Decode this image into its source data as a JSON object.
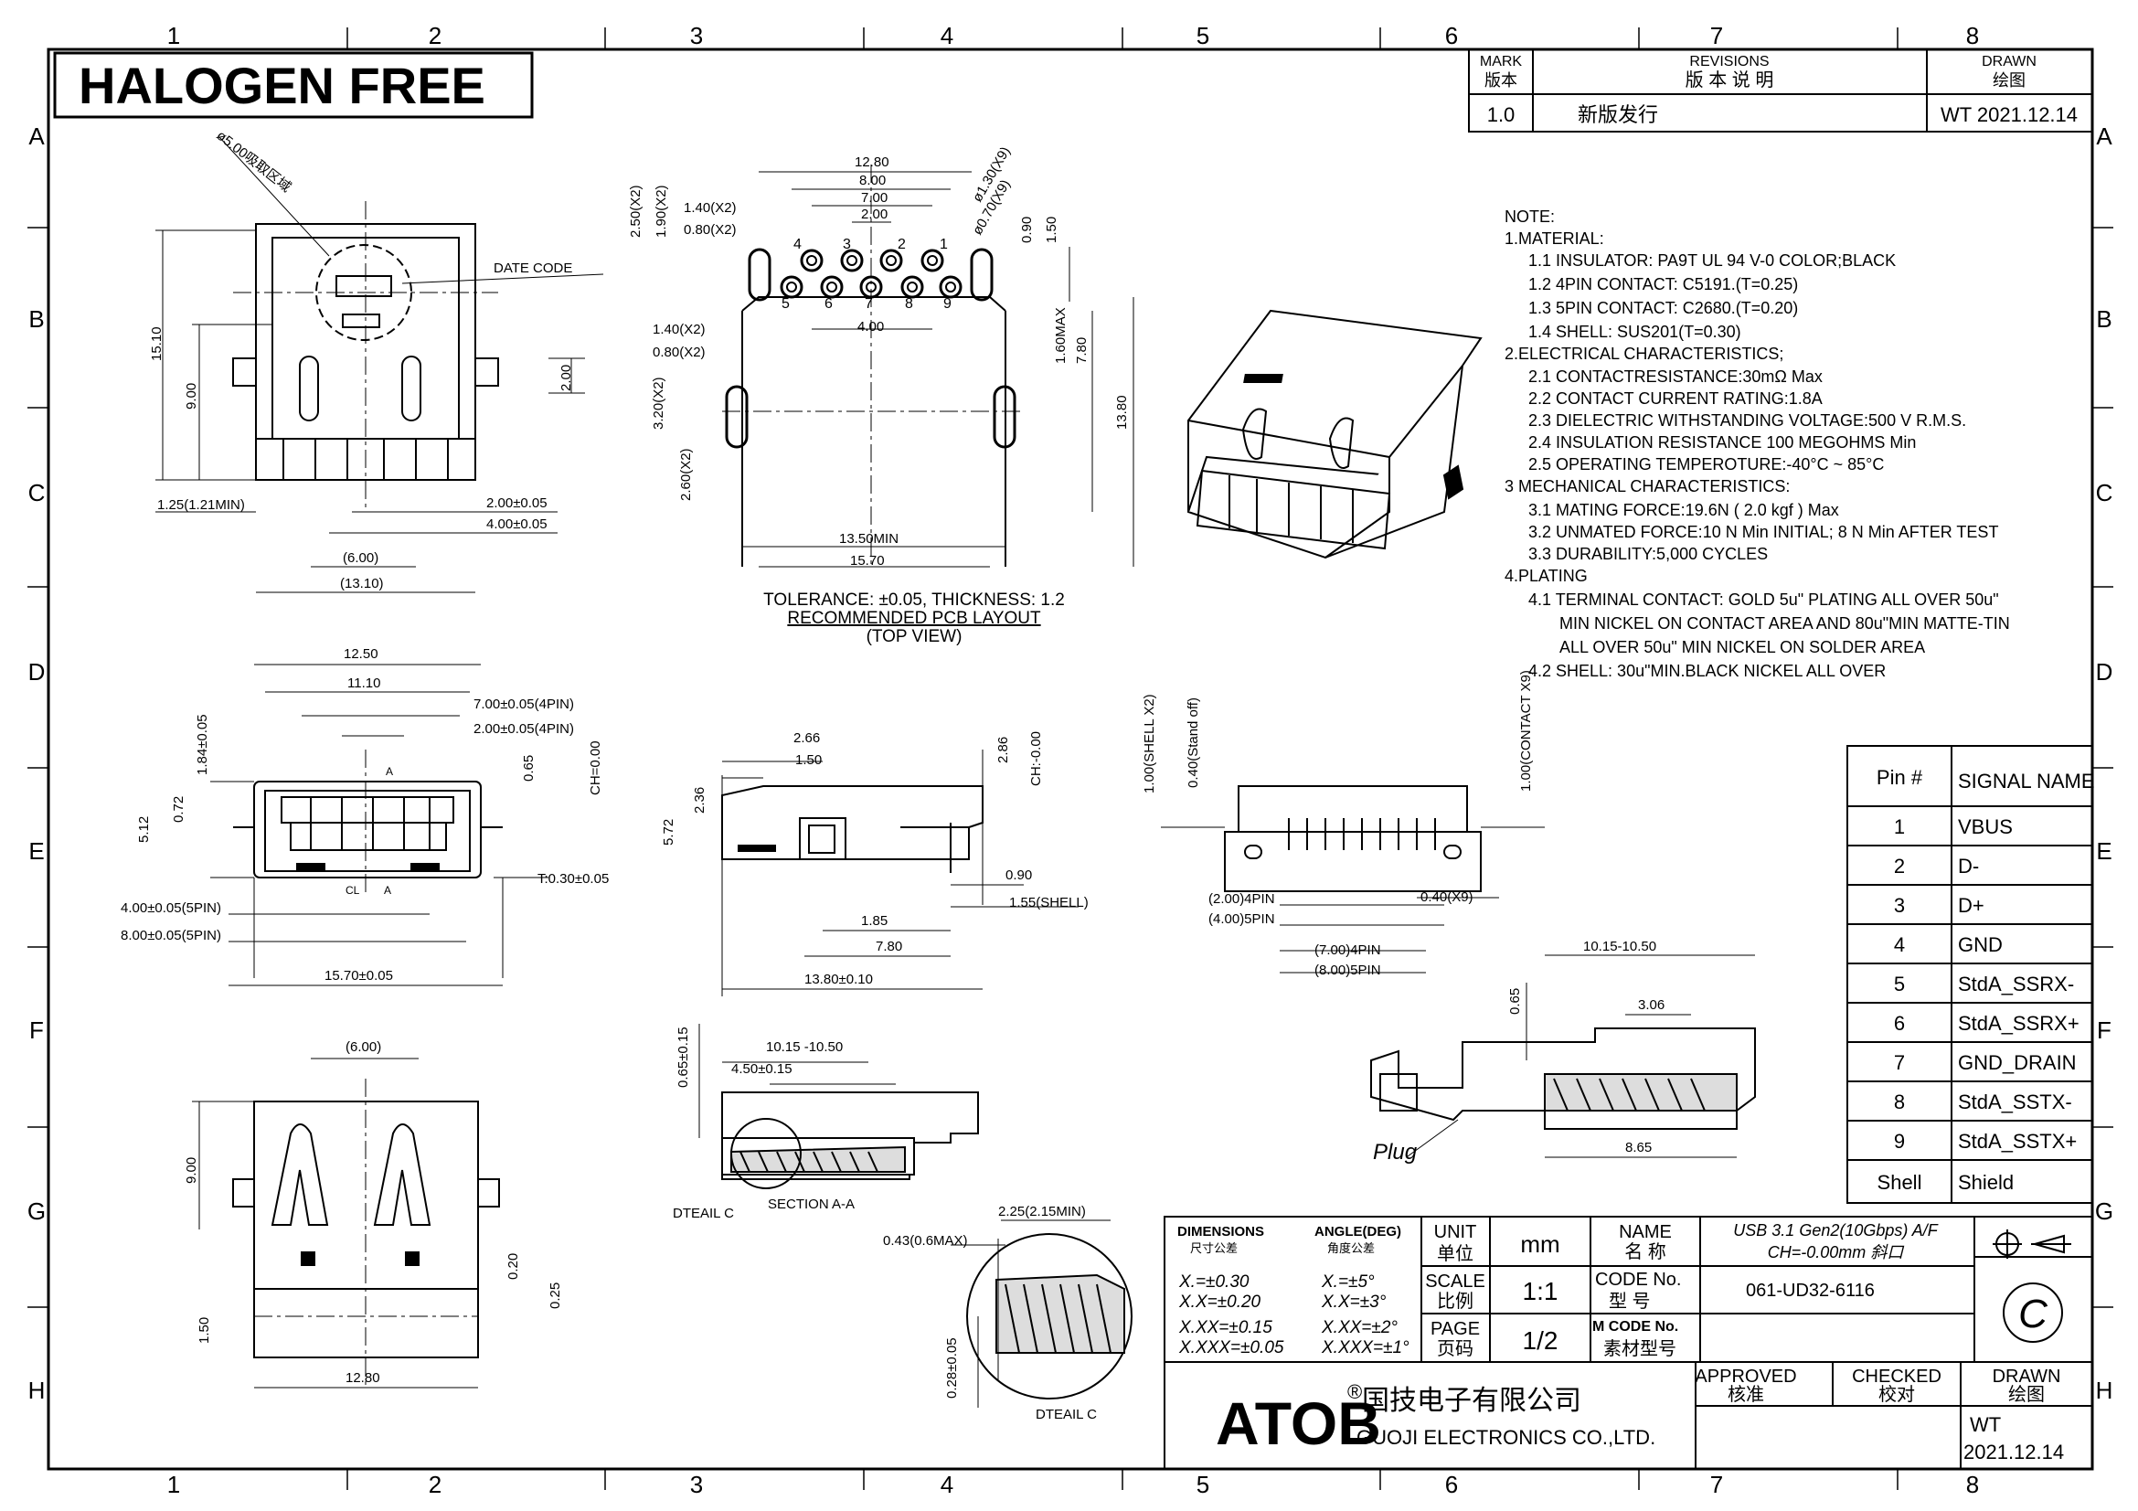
{
  "banner": "HALOGEN FREE",
  "grid": {
    "cols": [
      "1",
      "2",
      "3",
      "4",
      "5",
      "6",
      "7",
      "8"
    ],
    "rows": [
      "A",
      "B",
      "C",
      "D",
      "E",
      "F",
      "G",
      "H"
    ]
  },
  "revisions": {
    "mark_label": "MARK",
    "mark_label_cn": "版本",
    "revisions_label": "REVISIONS",
    "revisions_label_cn": "版 本 说 明",
    "drawn_label": "DRAWN",
    "drawn_label_cn": "绘图",
    "mark": "1.0",
    "description": "新版发行",
    "drawn": "WT  2021.12.14"
  },
  "notes": [
    "NOTE:",
    "1.MATERIAL:",
    "1.1  INSULATOR:  PA9T  UL  94  V-0  COLOR;BLACK",
    "1.2  4PIN  CONTACT:  C5191.(T=0.25)",
    "1.3  5PIN  CONTACT:  C2680.(T=0.20)",
    "1.4  SHELL:  SUS201(T=0.30)",
    "2.ELECTRICAL  CHARACTERISTICS;",
    "2.1  CONTACTRESISTANCE:30mΩ  Max",
    "2.2  CONTACT  CURRENT  RATING:1.8A",
    "2.3  DIELECTRIC  WITHSTANDING  VOLTAGE:500  V  R.M.S.",
    "2.4  INSULATION  RESISTANCE  100  MEGOHMS  Min",
    "2.5  OPERATING  TEMPEROTURE:-40°C  ~  85°C",
    "3  MECHANICAL  CHARACTERISTICS:",
    "3.1  MATING  FORCE:19.6N  ( 2.0  kgf )  Max",
    "3.2  UNMATED  FORCE:10  N  Min  INITIAL;  8  N  Min  AFTER  TEST",
    "3.3  DURABILITY:5,000  CYCLES",
    "4.PLATING",
    "4.1  TERMINAL  CONTACT:  GOLD  5u\"   PLATING  ALL  OVER  50u\"",
    "MIN  NICKEL  ON  CONTACT  AREA  AND  80u\"MIN  MATTE-TIN",
    "ALL  OVER  50u\"  MIN  NICKEL  ON  SOLDER  AREA",
    "4.2  SHELL:  30u\"MIN.BLACK  NICKEL  ALL  OVER"
  ],
  "pin_table": {
    "header_pin": "Pin #",
    "header_signal": "SIGNAL NAME",
    "rows": [
      {
        "pin": "1",
        "signal": "VBUS"
      },
      {
        "pin": "2",
        "signal": "D-"
      },
      {
        "pin": "3",
        "signal": "D+"
      },
      {
        "pin": "4",
        "signal": "GND"
      },
      {
        "pin": "5",
        "signal": "StdA_SSRX-"
      },
      {
        "pin": "6",
        "signal": "StdA_SSRX+"
      },
      {
        "pin": "7",
        "signal": "GND_DRAIN"
      },
      {
        "pin": "8",
        "signal": "StdA_SSTX-"
      },
      {
        "pin": "9",
        "signal": "StdA_SSTX+"
      },
      {
        "pin": "Shell",
        "signal": "Shield"
      }
    ]
  },
  "pcb_layout": {
    "tolerance": "TOLERANCE: ±0.05, THICKNESS: 1.2",
    "title": "RECOMMENDED PCB LAYOUT",
    "view": "(TOP VIEW)"
  },
  "dims": {
    "top_left": [
      "ø5.00吸取区域",
      "DATE  CODE",
      "15.10",
      "9.00",
      "2.00",
      "1.25(1.21MIN)",
      "2.00±0.05",
      "4.00±0.05",
      "(6.00)",
      "(13.10)"
    ],
    "pcb": [
      "12.80",
      "8.00",
      "7.00",
      "2.00",
      "1.40(X2)",
      "0.80(X2)",
      "2.50(X2)",
      "1.90(X2)",
      "ø1.30(X9)",
      "ø0.70(X9)",
      "0.90",
      "1.50",
      "4.00",
      "1.40(X2)",
      "0.80(X2)",
      "1.60MAX",
      "7.80",
      "13.80",
      "3.20(X2)",
      "2.60(X2)",
      "13.50MIN",
      "15.70",
      "4",
      "3",
      "2",
      "1",
      "5",
      "6",
      "7",
      "8",
      "9"
    ],
    "front": [
      "12.50",
      "11.10",
      "7.00±0.05(4PIN)",
      "2.00±0.05(4PIN)",
      "1.84±0.05",
      "0.65",
      "CH=0.00",
      "5.12",
      "0.72",
      "A",
      "CL",
      "A",
      "T:0.30±0.05",
      "4.00±0.05(5PIN)",
      "8.00±0.05(5PIN)",
      "15.70±0.05"
    ],
    "side": [
      "2.66",
      "1.50",
      "2.86",
      "CH:-0.00",
      "2.36",
      "5.72",
      "0.90",
      "1.55(SHELL)",
      "1.85",
      "7.80",
      "13.80±0.10"
    ],
    "back": [
      "1.00(SHELL X2)",
      "0.40(Stand off)",
      "1.00(CONTACT X9)",
      "(2.00)4PIN",
      "(4.00)5PIN",
      "0.40(X9)",
      "(7.00)4PIN",
      "(8.00)5PIN"
    ],
    "bottom": [
      "(6.00)",
      "9.00",
      "0.20",
      "0.25",
      "1.50",
      "12.80"
    ],
    "section": [
      "10.15 -10.50",
      "4.50±0.15",
      "0.65±0.15",
      "DTEAIL C",
      "SECTION A-A"
    ],
    "detail": [
      "2.25(2.15MIN)",
      "0.43(0.6MAX)",
      "0.28±0.05",
      "DTEAIL C"
    ],
    "plug": [
      "10.15-10.50",
      "3.06",
      "0.65",
      "8.65",
      "Plug"
    ]
  },
  "title_block": {
    "dimensions_label": "DIMENSIONS",
    "dimensions_cn": "尺寸公差",
    "angle_label": "ANGLE(DEG)",
    "angle_cn": "角度公差",
    "tol_lin": [
      "X.=±0.30",
      "X.X=±0.20",
      "X.XX=±0.15",
      "X.XXX=±0.05"
    ],
    "tol_ang": [
      "X.=±5°",
      "X.X=±3°",
      "X.XX=±2°",
      "X.XXX=±1°"
    ],
    "unit_label": "UNIT",
    "unit_cn": "单位",
    "unit_value": "mm",
    "scale_label": "SCALE",
    "scale_cn": "比例",
    "scale_value": "1:1",
    "page_label": "PAGE",
    "page_cn": "页码",
    "page_value": "1/2",
    "name_label": "NAME",
    "name_cn": "名 称",
    "name_value_1": "USB  3.1  Gen2(10Gbps)  A/F",
    "name_value_2": "CH=-0.00mm  斜口",
    "code_label": "CODE No.",
    "code_cn": "型 号",
    "code_value": "061-UD32-6116",
    "mcode_label": "M CODE No.",
    "mcode_cn": "素材型号",
    "mcode_value": "",
    "brand": "ATOB",
    "reg": "®",
    "company_cn": "国技电子有限公司",
    "company_en": "GUOJI  ELECTRONICS  CO.,LTD.",
    "approved_label": "APPROVED",
    "approved_cn": "核准",
    "checked_label": "CHECKED",
    "checked_cn": "校对",
    "drawn_label": "DRAWN",
    "drawn_cn": "绘图",
    "drawn_by": "WT",
    "drawn_date": "2021.12.14",
    "copyright": "C"
  }
}
